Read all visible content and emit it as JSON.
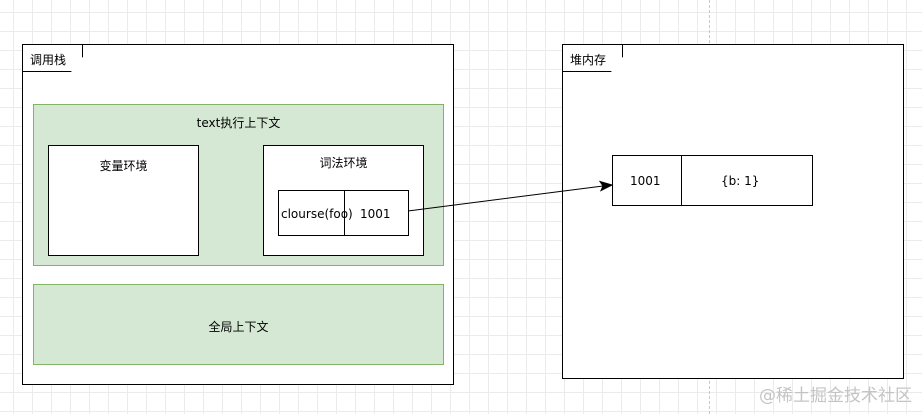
{
  "call_stack": {
    "label": "调用栈",
    "exec_context": {
      "label": "text执行上下文",
      "variable_env": {
        "label": "变量环境"
      },
      "lexical_env": {
        "label": "词法环境",
        "entry": {
          "key": "clourse(foo)",
          "value": "1001"
        }
      }
    },
    "global_context": {
      "label": "全局上下文"
    }
  },
  "heap": {
    "label": "堆内存",
    "entry": {
      "address": "1001",
      "value": "{b: 1}"
    }
  },
  "watermark": "@稀土掘金技术社区",
  "colors": {
    "context_fill": "#d5e8d4",
    "context_border": "#82b366",
    "grid": "#ebebeb"
  }
}
